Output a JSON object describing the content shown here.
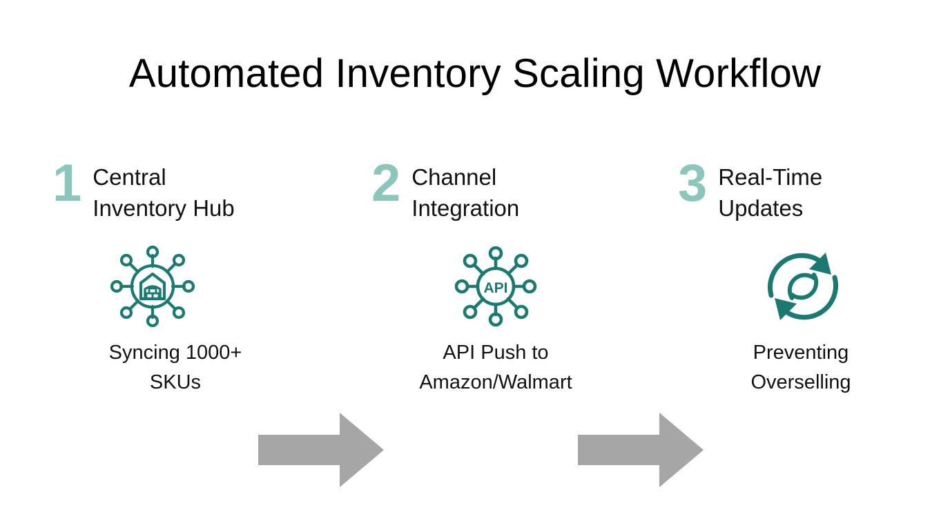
{
  "title": "Automated Inventory Scaling Workflow",
  "colors": {
    "number_teal": "#8CC5BC",
    "icon_teal": "#1A7A72",
    "arrow_gray": "#A6A6A6",
    "text_black": "#111111",
    "background": "#FFFFFF"
  },
  "steps": [
    {
      "number": "1",
      "heading": "Central\nInventory Hub",
      "icon": "warehouse-network-icon",
      "icon_label": "",
      "caption": "Syncing 1000+\nSKUs"
    },
    {
      "number": "2",
      "heading": "Channel\nIntegration",
      "icon": "api-network-icon",
      "icon_label": "API",
      "caption": "API Push to\nAmazon/Walmart"
    },
    {
      "number": "3",
      "heading": "Real-Time\nUpdates",
      "icon": "refresh-sync-icon",
      "icon_label": "",
      "caption": "Preventing\nOverselling"
    }
  ],
  "connectors": [
    {
      "name": "arrow-right-icon",
      "from": "1",
      "to": "2"
    },
    {
      "name": "arrow-right-icon",
      "from": "2",
      "to": "3"
    }
  ]
}
